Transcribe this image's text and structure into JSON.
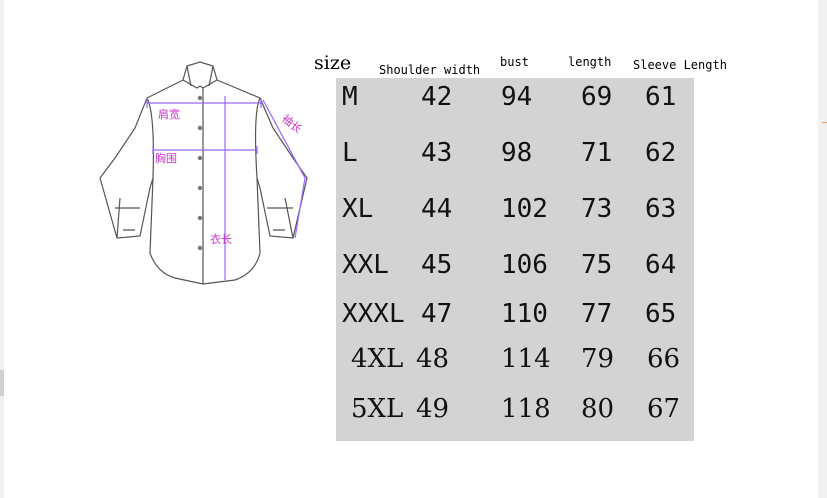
{
  "diagram": {
    "shoulder_label": "肩宽",
    "chest_label": "胸围",
    "sleeve_label": "袖长",
    "length_label": "衣长"
  },
  "table": {
    "headers": {
      "size": "size",
      "shoulder": "Shoulder width",
      "bust": "bust",
      "length": "length",
      "sleeve": "Sleeve Length"
    },
    "rows": [
      {
        "size": "M",
        "shoulder": "42",
        "bust": "94",
        "length": "69",
        "sleeve": "61"
      },
      {
        "size": "L",
        "shoulder": "43",
        "bust": "98",
        "length": "71",
        "sleeve": "62"
      },
      {
        "size": "XL",
        "shoulder": "44",
        "bust": "102",
        "length": "73",
        "sleeve": "63"
      },
      {
        "size": "XXL",
        "shoulder": "45",
        "bust": "106",
        "length": "75",
        "sleeve": "64"
      },
      {
        "size": "XXXL",
        "shoulder": "47",
        "bust": "110",
        "length": "77",
        "sleeve": "65"
      },
      {
        "size": "4XL",
        "shoulder": "48",
        "bust": "114",
        "length": "79",
        "sleeve": "66"
      },
      {
        "size": "5XL",
        "shoulder": "49",
        "bust": "118",
        "length": "80",
        "sleeve": "67"
      }
    ]
  },
  "colors": {
    "table_background": "#d3d3d3",
    "measure_line": "#9966ff",
    "label_pink": "#cc33cc"
  }
}
